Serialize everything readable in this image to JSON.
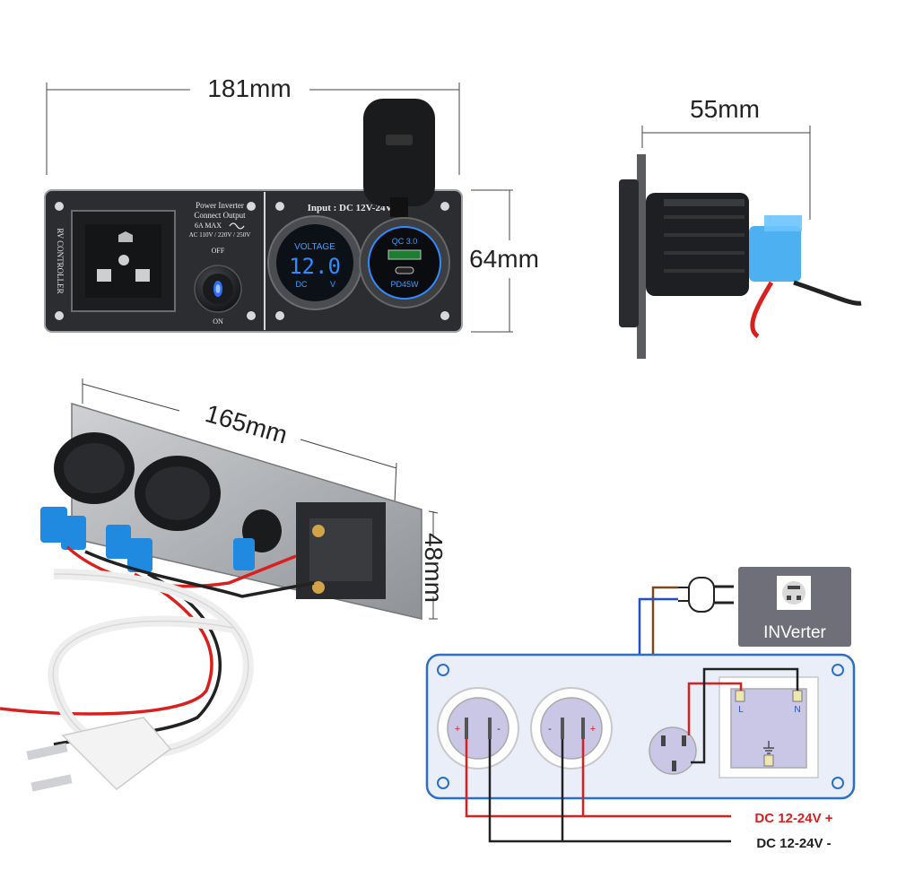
{
  "dimensions": {
    "width": "181mm",
    "depth": "55mm",
    "height": "64mm",
    "back_width": "165mm",
    "back_height": "48mm"
  },
  "panel": {
    "side_label": "RV CONTROLLER",
    "inverter_title": "Power Inverter",
    "inverter_sub": "Connect Output",
    "inverter_amp": "6A MAX",
    "inverter_ac": "AC 110V / 220V / 250V",
    "switch_off": "OFF",
    "switch_on": "ON",
    "input_label": "Input : DC 12V-24V",
    "voltmeter_title": "VOLTAGE",
    "voltmeter_value": "12.0",
    "voltmeter_dc": "DC",
    "voltmeter_v": "V",
    "usb_qc": "QC 3.0",
    "usb_pd": "PD45W"
  },
  "diagram": {
    "inverter_label": "INVerter",
    "dc_plus": "DC 12-24V +",
    "dc_minus": "DC 12-24V -",
    "L": "L",
    "N": "N",
    "plus": "+",
    "minus": "-"
  },
  "colors": {
    "panel": "#2b2d30",
    "blue_led": "#2f8cff",
    "wire_red": "#d9201f",
    "wire_black": "#222222",
    "wire_blue": "#1f4fd6",
    "wire_brown": "#7a4a1e",
    "diagram_border": "#2a6fc9"
  }
}
